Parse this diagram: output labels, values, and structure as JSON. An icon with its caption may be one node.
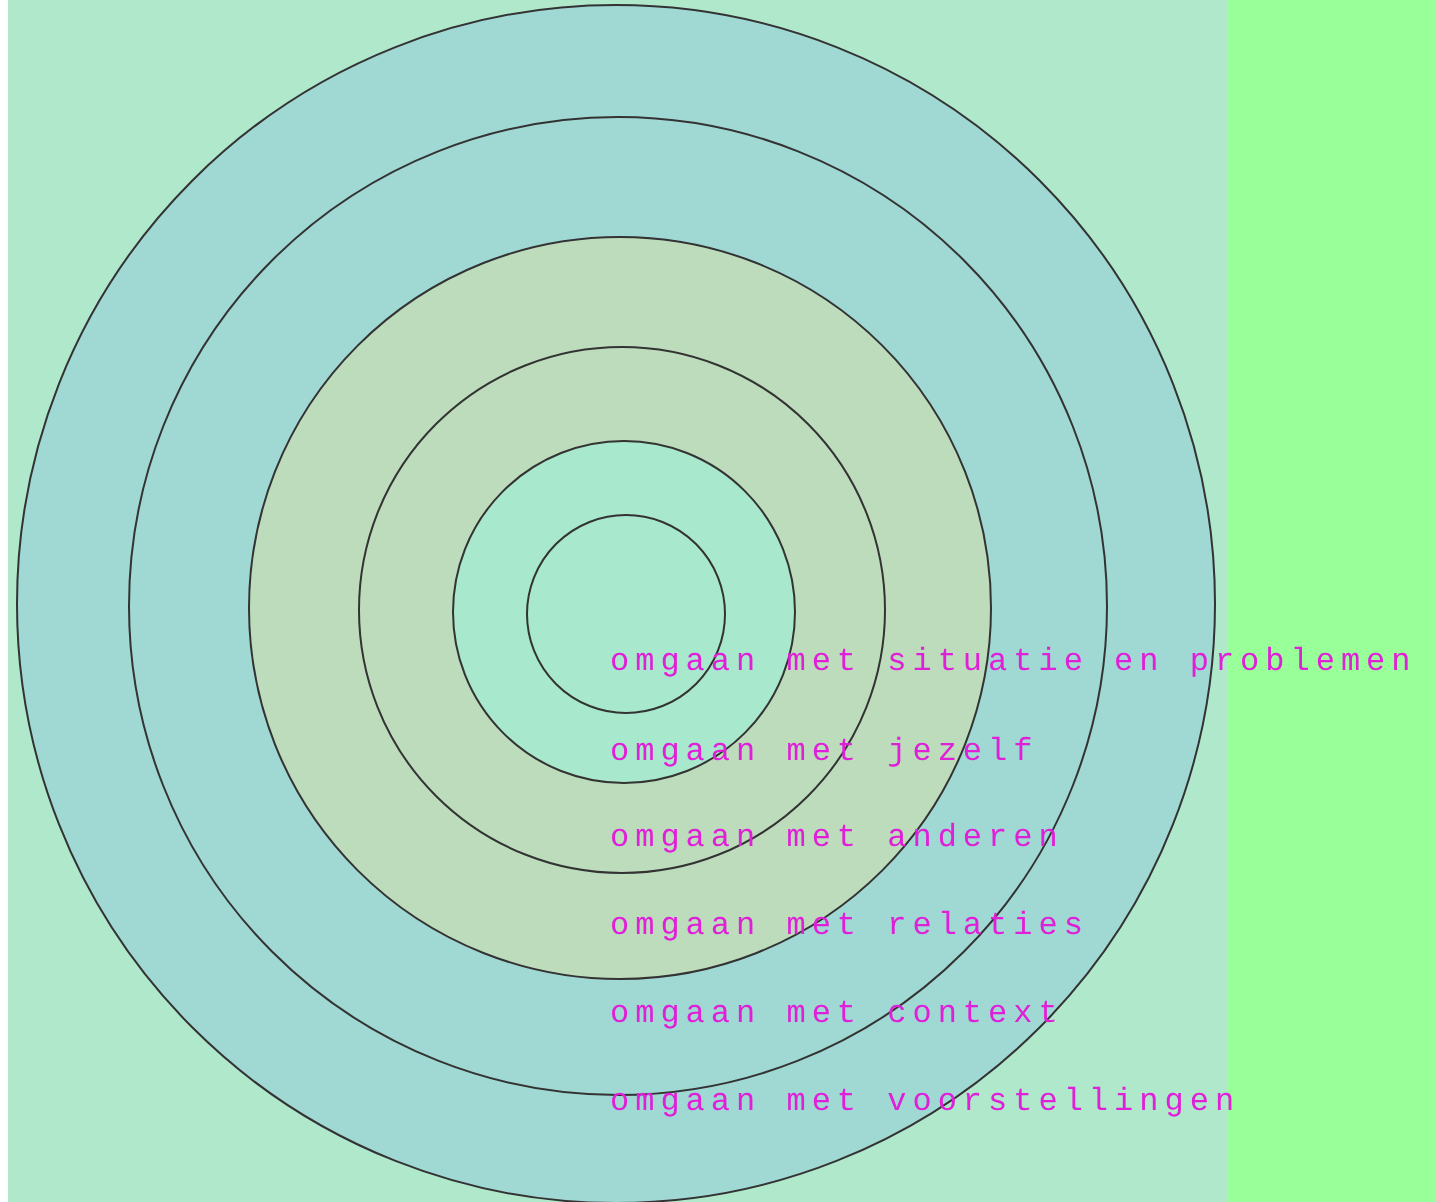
{
  "diagram": {
    "nodes": [
      {
        "text": [],
        "shape": "circle"
      },
      {
        "text": [],
        "shape": "circle",
        "in": 0
      },
      {
        "text": [],
        "shape": "circle",
        "in": 1
      },
      {
        "text": [],
        "shape": "circle",
        "in": 2
      },
      {
        "text": [],
        "shape": "circle",
        "in": 3
      },
      {
        "text": [],
        "shape": "circle",
        "in": 4
      }
    ],
    "edges": [],
    "labels": [
      "omgaan met situatie en problemen",
      "omgaan met jezelf",
      "omgaan met anderen",
      "omgaan met relaties",
      "omgaan met context",
      "omgaan met voorstellingen"
    ]
  }
}
